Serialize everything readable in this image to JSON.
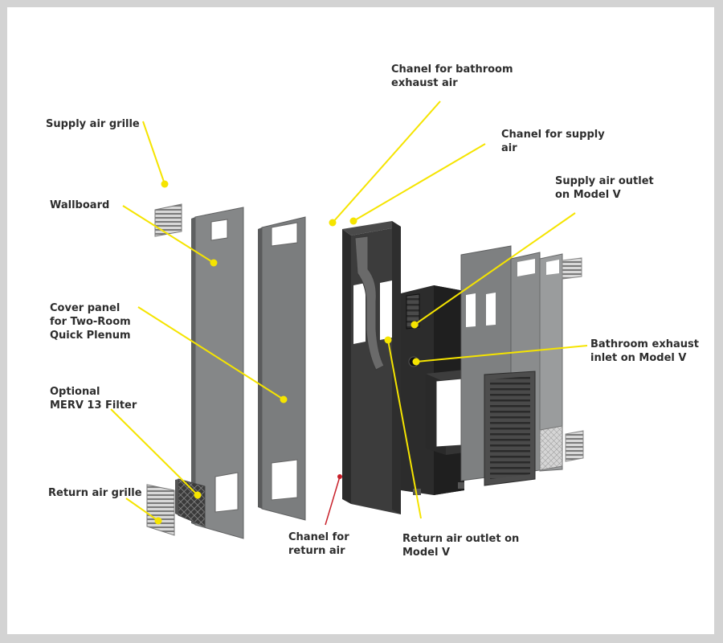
{
  "labels": {
    "supply_air_grille": [
      "Supply air grille"
    ],
    "wallboard": [
      "Wallboard"
    ],
    "cover_panel": [
      "Cover panel",
      "for Two-Room",
      "Quick Plenum"
    ],
    "merv_filter": [
      "Optional",
      "MERV 13 Filter"
    ],
    "return_air_grille": [
      "Return air grille"
    ],
    "chanel_return_air": [
      "Chanel for",
      "return air"
    ],
    "chanel_bathroom_exhaust": [
      "Chanel for bathroom",
      "exhaust air"
    ],
    "chanel_supply_air": [
      "Chanel for supply",
      "air"
    ],
    "supply_outlet_model_v": [
      "Supply air outlet",
      "on  Model V"
    ],
    "bathroom_exhaust_inlet": [
      "Bathroom exhaust",
      "inlet on  Model V"
    ],
    "return_outlet_model_v": [
      "Return air outlet on",
      "Model V"
    ]
  },
  "colors": {
    "background": "#ffffff",
    "page_border": "#d3d3d3",
    "leader_line": "#f5e400",
    "leader_line_return": "#c8202a",
    "panel_gray": "#7d7f80",
    "dark_unit": "#333333",
    "text": "#2d2d2d"
  }
}
